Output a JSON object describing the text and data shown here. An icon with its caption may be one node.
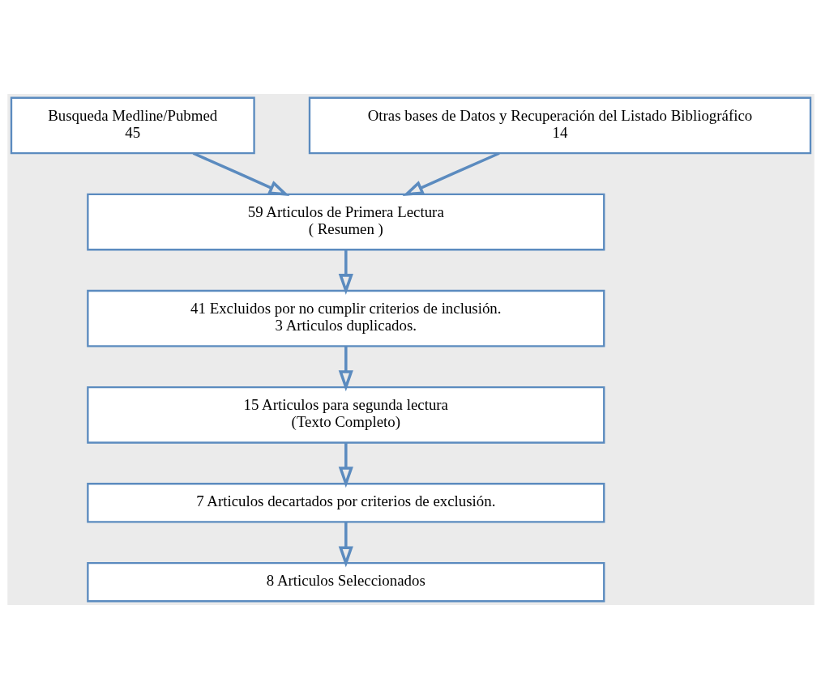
{
  "diagram": {
    "nodes": [
      {
        "text": [
          "Busqueda Medline/Pubmed",
          "45"
        ]
      },
      {
        "text": [
          "Otras bases de Datos y Recuperación del Listado Bibliográfico",
          "14"
        ]
      },
      {
        "text": [
          "59 Articulos de Primera Lectura",
          "( Resumen )"
        ]
      },
      {
        "text": [
          "41 Excluidos por no cumplir criterios de inclusión.",
          "3 Articulos duplicados."
        ]
      },
      {
        "text": [
          "15 Articulos para segunda lectura",
          "(Texto Completo)"
        ]
      },
      {
        "text": [
          "7 Articulos decartados por criterios de exclusión."
        ]
      },
      {
        "text": [
          "8 Articulos Seleccionados"
        ]
      }
    ],
    "edges": [
      {
        "from": 0,
        "to": 2,
        "arrow": "to"
      },
      {
        "from": 1,
        "to": 2,
        "arrow": "to"
      },
      {
        "from": 2,
        "to": 3,
        "arrow": "to"
      },
      {
        "from": 3,
        "to": 4,
        "arrow": "to"
      },
      {
        "from": 4,
        "to": 5,
        "arrow": "to"
      },
      {
        "from": 5,
        "to": 6,
        "arrow": "to"
      }
    ]
  }
}
